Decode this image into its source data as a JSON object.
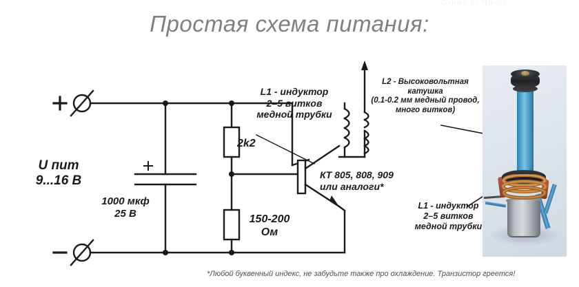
{
  "page": {
    "title": "Простая схема питания:",
    "watermark": "Схема от Nikola"
  },
  "schematic": {
    "terminals": {
      "positive": "+",
      "negative": "-"
    },
    "supply_label": "U пит\n9...16 В",
    "capacitor": {
      "polarity": "+",
      "label": "1000 мкф\n25 В"
    },
    "resistor_top": "2k2",
    "resistor_bottom": "150-200\nОм",
    "inductor_l1": "L1 - индуктор\n2–5 витков\nмедной трубки",
    "coil_l2": "L2 - Высоковольтная\nкатушка\n(0.1-0.2 мм медный провод,\nмного витков)",
    "transistor": "КТ 805, 808, 909\nили аналоги*",
    "photo_annotation_l1": "L1 - индуктор\n2–5 витков\nмедной трубки",
    "footnote": "*Любой буквенный индекс, не забудьте также про охлаждение. Транзистор греется!"
  },
  "colors": {
    "title": "#808080",
    "ink": "#1a1a1a",
    "footnote": "#4d4d4d",
    "background": "#ffffff",
    "photo_tube": "#4ea3cf",
    "photo_copper": "#c07a38",
    "photo_base": "#b9bfc4"
  }
}
